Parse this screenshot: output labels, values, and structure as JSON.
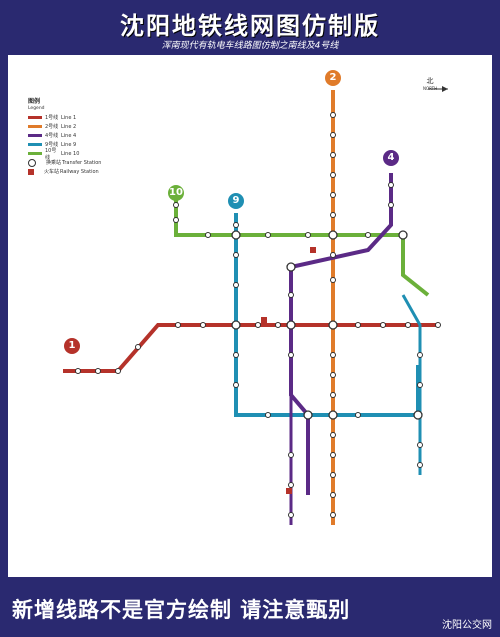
{
  "header": {
    "title": "沈阳地铁线网图仿制版",
    "subtitle": "浑南现代有轨电车线路图仿制之南线及4号线"
  },
  "footer": {
    "text": "新增线路不是官方绘制 请注意甄别",
    "watermark": "沈阳公交网"
  },
  "compass": {
    "label": "北",
    "sub": "NORTH"
  },
  "legend": {
    "title": "图例",
    "subtitle": "Legend",
    "items": [
      {
        "cn": "1号线",
        "en": "Line 1",
        "color": "#b5322a"
      },
      {
        "cn": "2号线",
        "en": "Line 2",
        "color": "#e07b2a"
      },
      {
        "cn": "4号线",
        "en": "Line 4",
        "color": "#5b2a86"
      },
      {
        "cn": "9号线",
        "en": "Line 9",
        "color": "#1f8fb3"
      },
      {
        "cn": "10号线",
        "en": "Line 10",
        "color": "#6bb03a"
      },
      {
        "cn": "换乘站",
        "en": "Transfer Station",
        "color": ""
      },
      {
        "cn": "火车站",
        "en": "Railway Station",
        "color": ""
      }
    ]
  },
  "badges": [
    {
      "label": "1",
      "color": "#b5322a"
    },
    {
      "label": "2",
      "color": "#e07b2a"
    },
    {
      "label": "4",
      "color": "#5b2a86"
    },
    {
      "label": "9",
      "color": "#1f8fb3"
    },
    {
      "label": "10",
      "color": "#6bb03a"
    }
  ],
  "colors": {
    "line1": "#b5322a",
    "line2": "#e07b2a",
    "line4": "#5b2a86",
    "line9": "#1f8fb3",
    "line10": "#6bb03a",
    "frame": "#2a2970"
  }
}
